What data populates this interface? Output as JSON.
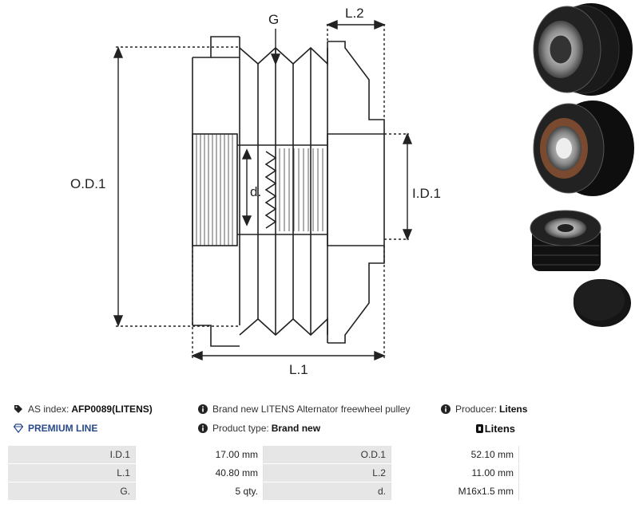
{
  "diagram": {
    "labels": {
      "g": "G",
      "l2": "L.2",
      "od1": "O.D.1",
      "id1": "I.D.1",
      "d": "d.",
      "l1": "L.1"
    }
  },
  "photos": {
    "description_icons": [
      "pulley-front-photo",
      "pulley-back-photo",
      "pulley-side-photo",
      "cap-photo"
    ]
  },
  "info": {
    "as_index_label": "AS index:",
    "as_index_value": "AFP0089(LITENS)",
    "description": "Brand new LITENS Alternator freewheel pulley",
    "producer_label": "Producer:",
    "producer_value": "Litens",
    "premium_line": "PREMIUM LINE",
    "product_type_label": "Product type:",
    "product_type_value": "Brand new",
    "brand_logo": "Litens"
  },
  "specs": [
    {
      "l1": "I.D.1",
      "v1": "17.00 mm",
      "l2": "O.D.1",
      "v2": "52.10 mm"
    },
    {
      "l1": "L.1",
      "v1": "40.80 mm",
      "l2": "L.2",
      "v2": "11.00 mm"
    },
    {
      "l1": "G.",
      "v1": "5 qty.",
      "l2": "d.",
      "v2": "M16x1.5 mm"
    }
  ],
  "colors": {
    "accent": "#2a4a8a",
    "table_label_bg": "#e6e6e6"
  }
}
